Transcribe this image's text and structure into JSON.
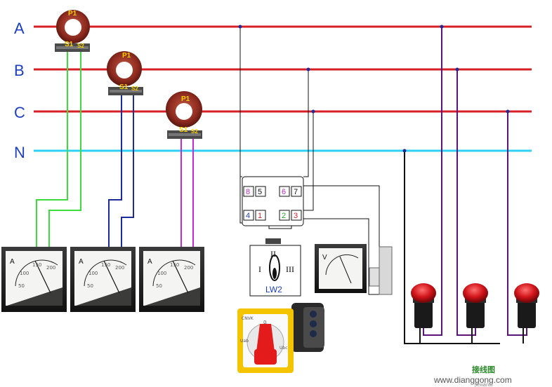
{
  "phases": {
    "a": "A",
    "b": "B",
    "c": "C",
    "n": "N"
  },
  "transformers": [
    {
      "p": "P1",
      "s1": "S1",
      "s2": "S2"
    },
    {
      "p": "P1",
      "s1": "S1",
      "s2": "S2"
    },
    {
      "p": "P1",
      "s1": "S1",
      "s2": "S2"
    }
  ],
  "ammeters": [
    {
      "symbol": "A",
      "ticks": [
        "50",
        "100",
        "150",
        "200"
      ]
    },
    {
      "symbol": "A",
      "ticks": [
        "50",
        "100",
        "150",
        "200"
      ]
    },
    {
      "symbol": "A",
      "ticks": [
        "50",
        "100",
        "150",
        "200"
      ]
    }
  ],
  "switch_terminals": {
    "top": [
      "8",
      "5",
      "6",
      "7"
    ],
    "bottom": [
      "4",
      "1",
      "2",
      "3"
    ]
  },
  "switch": {
    "label": "LW2",
    "positions": [
      "I",
      "II",
      "III"
    ],
    "brand": "CNVK",
    "dial_labels": [
      "0",
      "Uab",
      "Ubc"
    ]
  },
  "voltmeter": {
    "symbol": "V"
  },
  "watermark": {
    "logo": "接线图",
    "url": "www.dianggong.com",
    "sub": "jiexiantu"
  },
  "colors": {
    "phase_line": "#d81f26",
    "neutral_line": "#2fd2f0",
    "ammeter_a_wire": "#3ddc3d",
    "ammeter_b_wire": "#1f2a9a",
    "ammeter_c_wire": "#c42bd2",
    "tap_wire": "#5b1478",
    "ct_body": "#9e3a2a"
  }
}
